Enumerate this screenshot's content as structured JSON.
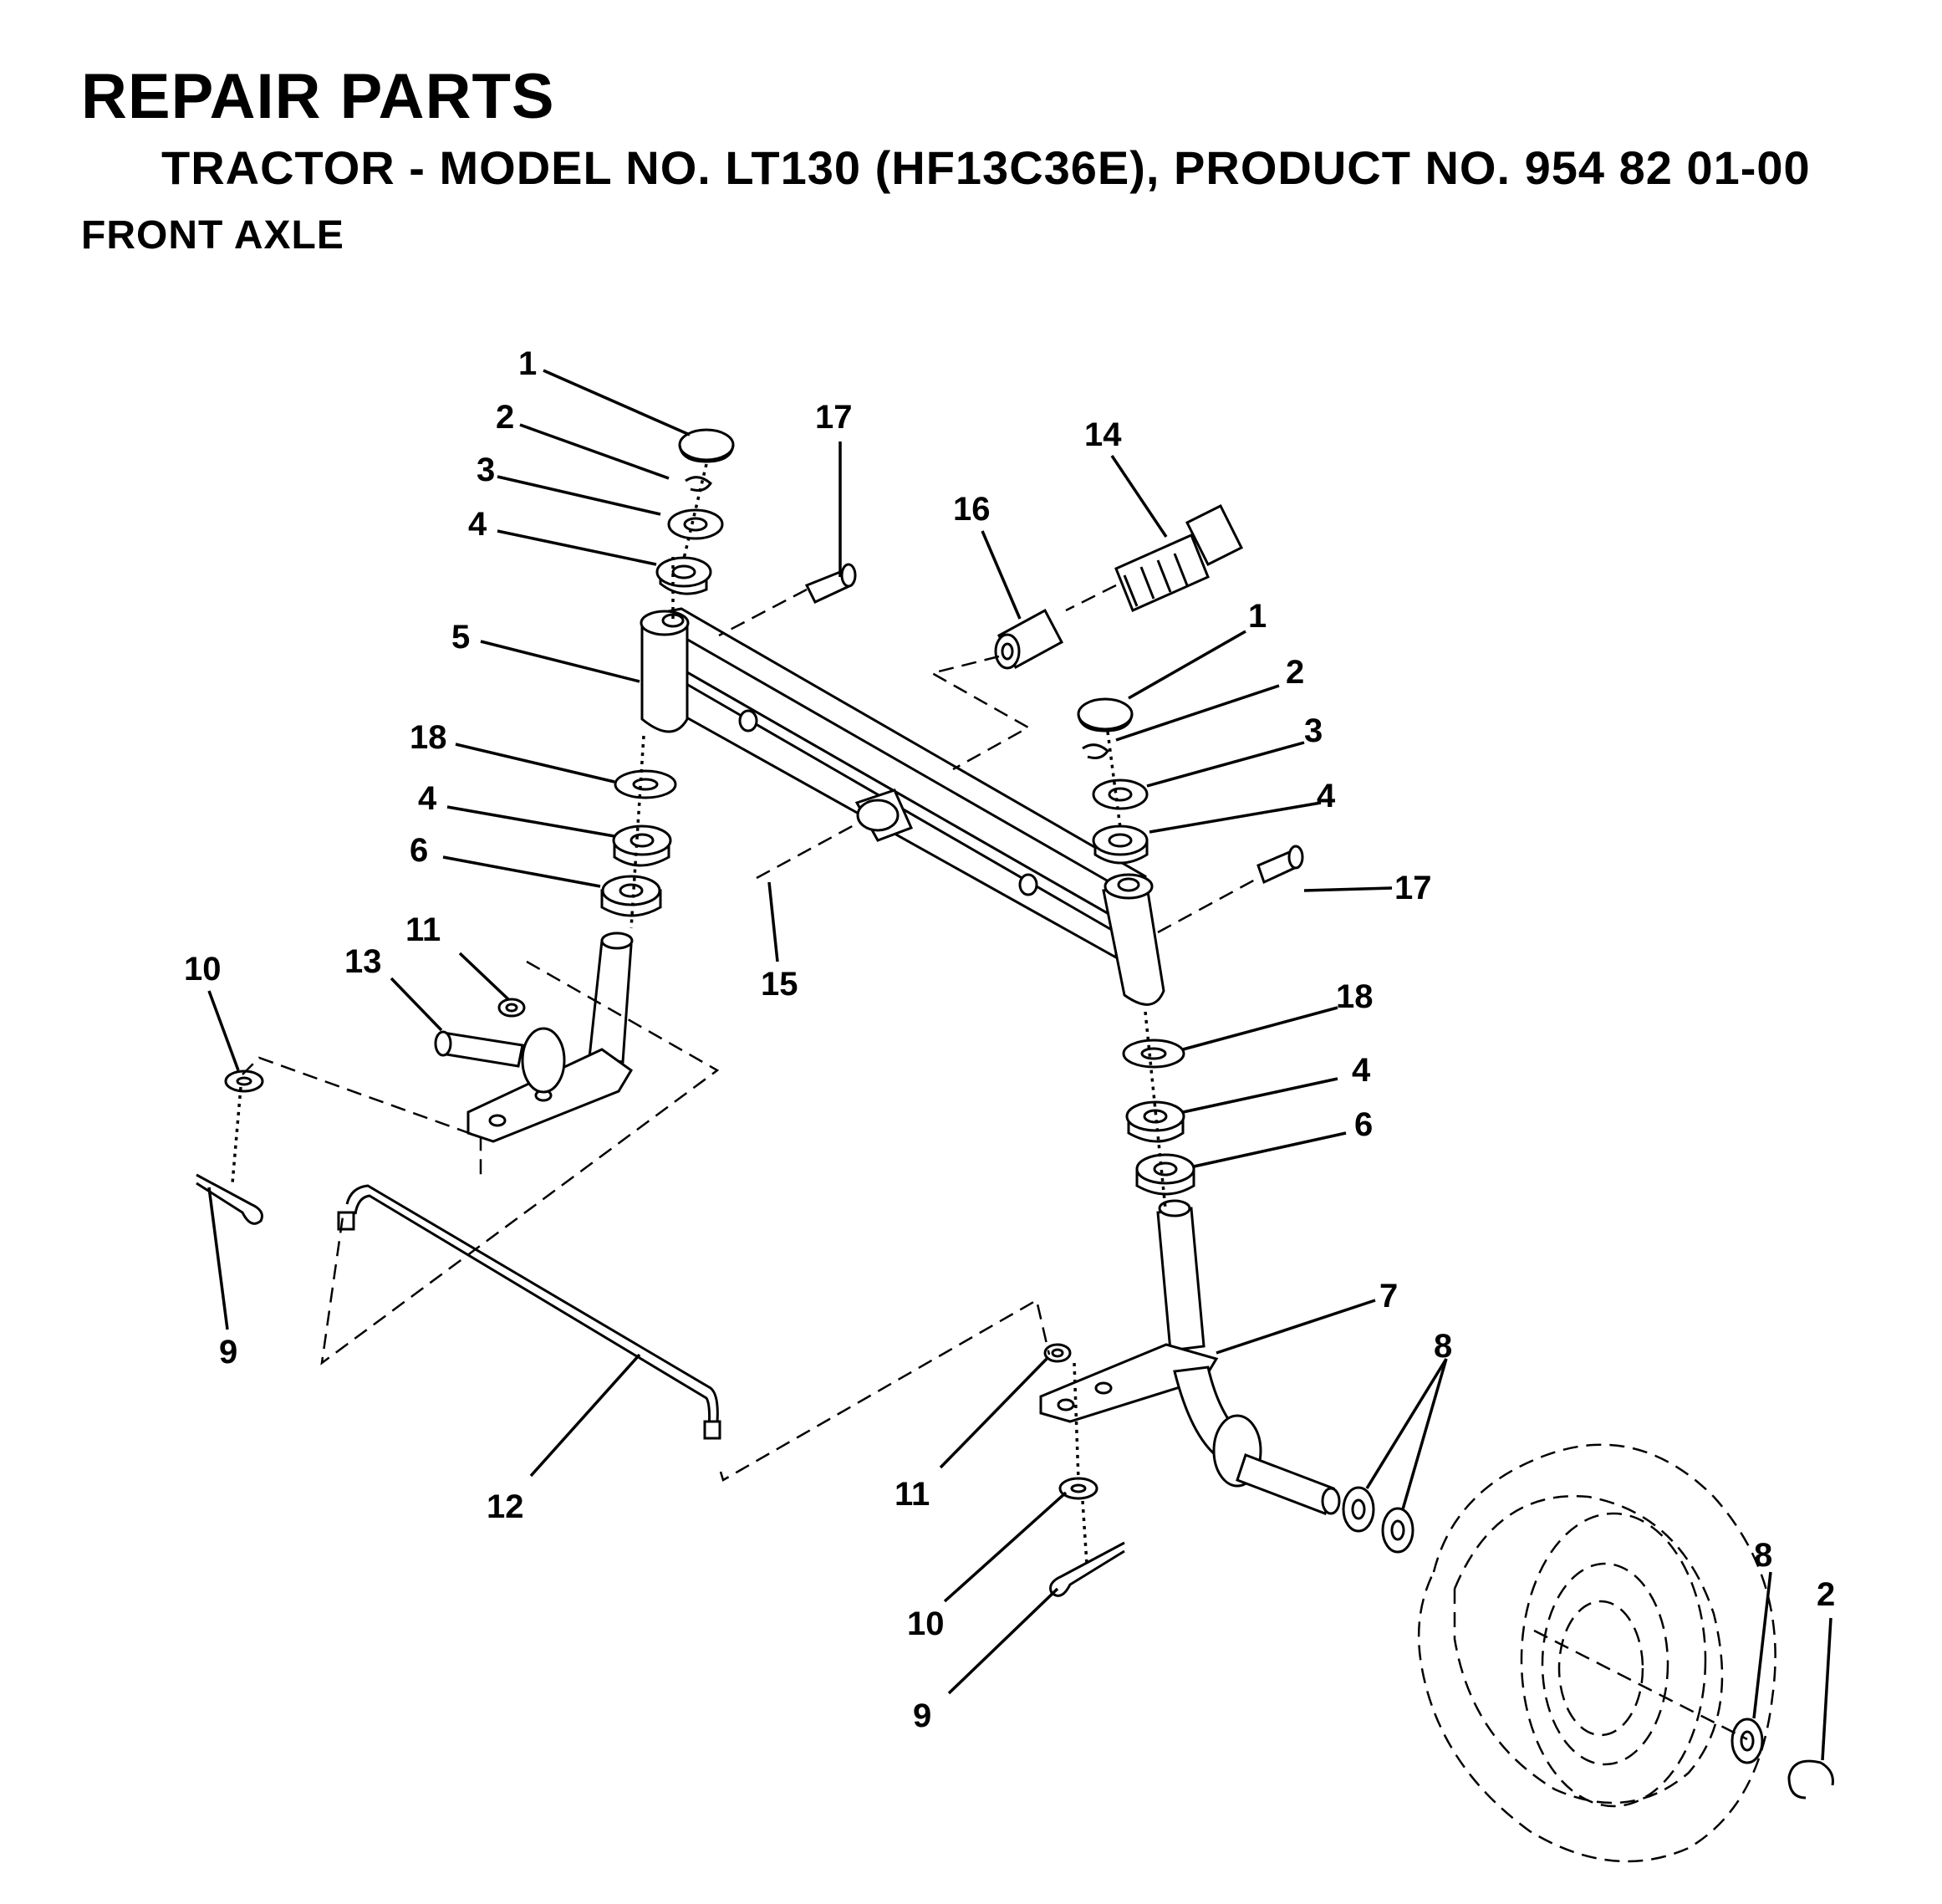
{
  "header": {
    "title": "REPAIR PARTS",
    "subtitle": "TRACTOR - MODEL NO. LT130 (HF13C36E), PRODUCT NO. 954 82 01-00",
    "section": "FRONT AXLE"
  },
  "callouts": [
    {
      "id": "c1a",
      "label": "1"
    },
    {
      "id": "c2a",
      "label": "2"
    },
    {
      "id": "c3a",
      "label": "3"
    },
    {
      "id": "c4a",
      "label": "4"
    },
    {
      "id": "c5",
      "label": "5"
    },
    {
      "id": "c17a",
      "label": "17"
    },
    {
      "id": "c16",
      "label": "16"
    },
    {
      "id": "c14",
      "label": "14"
    },
    {
      "id": "c1b",
      "label": "1"
    },
    {
      "id": "c2b",
      "label": "2"
    },
    {
      "id": "c3b",
      "label": "3"
    },
    {
      "id": "c4b",
      "label": "4"
    },
    {
      "id": "c18a",
      "label": "18"
    },
    {
      "id": "c4c",
      "label": "4"
    },
    {
      "id": "c6a",
      "label": "6"
    },
    {
      "id": "c17b",
      "label": "17"
    },
    {
      "id": "c15",
      "label": "15"
    },
    {
      "id": "c11a",
      "label": "11"
    },
    {
      "id": "c13",
      "label": "13"
    },
    {
      "id": "c10a",
      "label": "10"
    },
    {
      "id": "c9a",
      "label": "9"
    },
    {
      "id": "c18b",
      "label": "18"
    },
    {
      "id": "c4d",
      "label": "4"
    },
    {
      "id": "c6b",
      "label": "6"
    },
    {
      "id": "c7",
      "label": "7"
    },
    {
      "id": "c8a",
      "label": "8"
    },
    {
      "id": "c12",
      "label": "12"
    },
    {
      "id": "c11b",
      "label": "11"
    },
    {
      "id": "c10b",
      "label": "10"
    },
    {
      "id": "c9b",
      "label": "9"
    },
    {
      "id": "c8b",
      "label": "8"
    },
    {
      "id": "c2c",
      "label": "2"
    }
  ]
}
